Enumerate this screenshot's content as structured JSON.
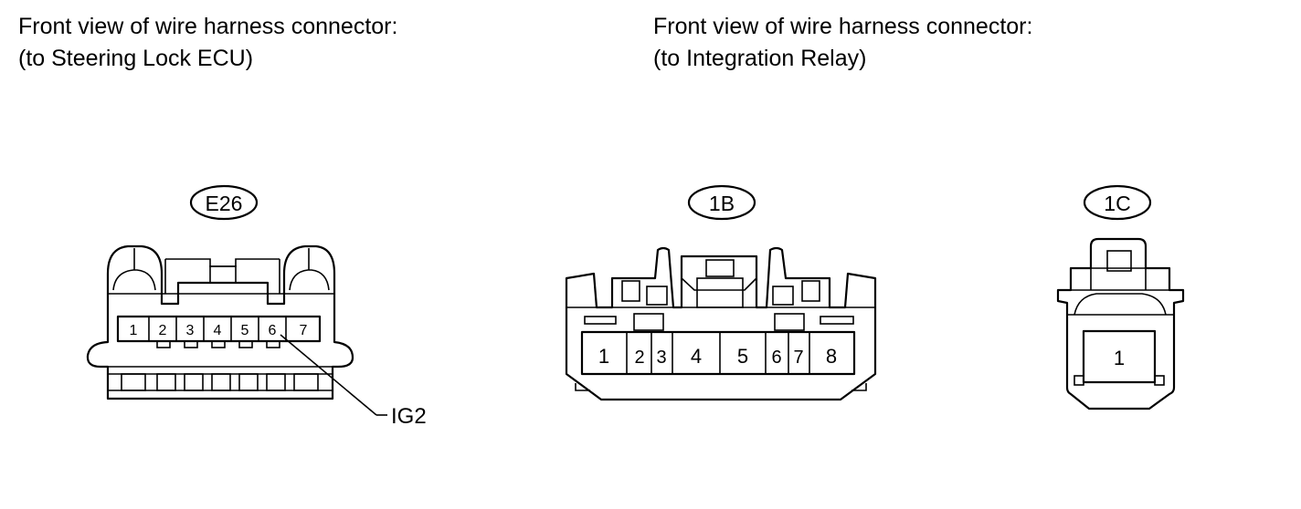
{
  "captions": {
    "left": {
      "line1": "Front view of wire harness connector:",
      "line2": "(to Steering Lock ECU)"
    },
    "right": {
      "line1": "Front view of wire harness connector:",
      "line2": "(to Integration Relay)"
    }
  },
  "connectors": {
    "e26": {
      "code": "E26",
      "pins": [
        "1",
        "2",
        "3",
        "4",
        "5",
        "6",
        "7"
      ],
      "callout": {
        "pin": "6",
        "label": "IG2"
      }
    },
    "b1": {
      "code": "1B",
      "pins": [
        "1",
        "2",
        "3",
        "4",
        "5",
        "6",
        "7",
        "8"
      ]
    },
    "c1": {
      "code": "1C",
      "pins": [
        "1"
      ]
    }
  },
  "colors": {
    "line": "#000000",
    "background": "#ffffff"
  }
}
